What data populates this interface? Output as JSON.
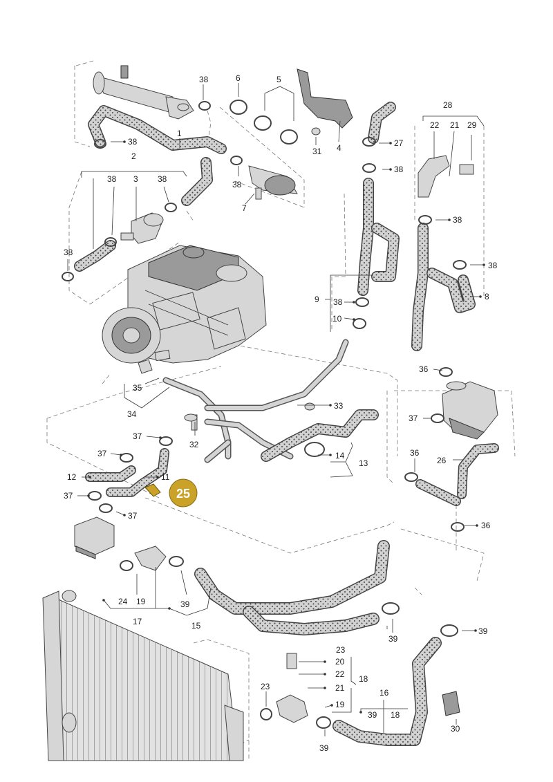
{
  "highlight": {
    "label": "25",
    "color": "#c9a227"
  },
  "colors": {
    "hose": "#d4d4d4",
    "line": "#333333",
    "highlight": "#c9a227"
  },
  "labels": [
    {
      "id": "l38a",
      "text": "38"
    },
    {
      "id": "l6",
      "text": "6"
    },
    {
      "id": "l5",
      "text": "5"
    },
    {
      "id": "l28",
      "text": "28"
    },
    {
      "id": "l22a",
      "text": "22"
    },
    {
      "id": "l21a",
      "text": "21"
    },
    {
      "id": "l29",
      "text": "29"
    },
    {
      "id": "l27",
      "text": "27"
    },
    {
      "id": "l1",
      "text": "1"
    },
    {
      "id": "l38b",
      "text": "38"
    },
    {
      "id": "l31",
      "text": "31"
    },
    {
      "id": "l4",
      "text": "4"
    },
    {
      "id": "l2",
      "text": "2"
    },
    {
      "id": "l38c",
      "text": "38"
    },
    {
      "id": "l38d",
      "text": "38"
    },
    {
      "id": "l38e",
      "text": "38"
    },
    {
      "id": "l3",
      "text": "3"
    },
    {
      "id": "l38f",
      "text": "38"
    },
    {
      "id": "l7",
      "text": "7"
    },
    {
      "id": "l38g",
      "text": "38"
    },
    {
      "id": "l38h",
      "text": "38"
    },
    {
      "id": "l38i",
      "text": "38"
    },
    {
      "id": "l8",
      "text": "8"
    },
    {
      "id": "l9",
      "text": "9"
    },
    {
      "id": "l38j",
      "text": "38"
    },
    {
      "id": "l10",
      "text": "10"
    },
    {
      "id": "l36a",
      "text": "36"
    },
    {
      "id": "l35",
      "text": "35"
    },
    {
      "id": "l33",
      "text": "33"
    },
    {
      "id": "l34",
      "text": "34"
    },
    {
      "id": "l37a",
      "text": "37"
    },
    {
      "id": "l32",
      "text": "32"
    },
    {
      "id": "l37b",
      "text": "37"
    },
    {
      "id": "l14",
      "text": "14"
    },
    {
      "id": "l13",
      "text": "13"
    },
    {
      "id": "l36b",
      "text": "36"
    },
    {
      "id": "l26",
      "text": "26"
    },
    {
      "id": "l12",
      "text": "12"
    },
    {
      "id": "l11",
      "text": "11"
    },
    {
      "id": "l37c",
      "text": "37"
    },
    {
      "id": "l37d",
      "text": "37"
    },
    {
      "id": "l37e",
      "text": "37"
    },
    {
      "id": "l36c",
      "text": "36"
    },
    {
      "id": "l24",
      "text": "24"
    },
    {
      "id": "l19a",
      "text": "19"
    },
    {
      "id": "l39a",
      "text": "39"
    },
    {
      "id": "l17",
      "text": "17"
    },
    {
      "id": "l15",
      "text": "15"
    },
    {
      "id": "l39b",
      "text": "39"
    },
    {
      "id": "l39c",
      "text": "39"
    },
    {
      "id": "l23a",
      "text": "23"
    },
    {
      "id": "l20",
      "text": "20"
    },
    {
      "id": "l22b",
      "text": "22"
    },
    {
      "id": "l18a",
      "text": "18"
    },
    {
      "id": "l23b",
      "text": "23"
    },
    {
      "id": "l21b",
      "text": "21"
    },
    {
      "id": "l16",
      "text": "16"
    },
    {
      "id": "l19b",
      "text": "19"
    },
    {
      "id": "l39d",
      "text": "39"
    },
    {
      "id": "l18b",
      "text": "18"
    },
    {
      "id": "l30",
      "text": "30"
    },
    {
      "id": "l39e",
      "text": "39"
    }
  ]
}
